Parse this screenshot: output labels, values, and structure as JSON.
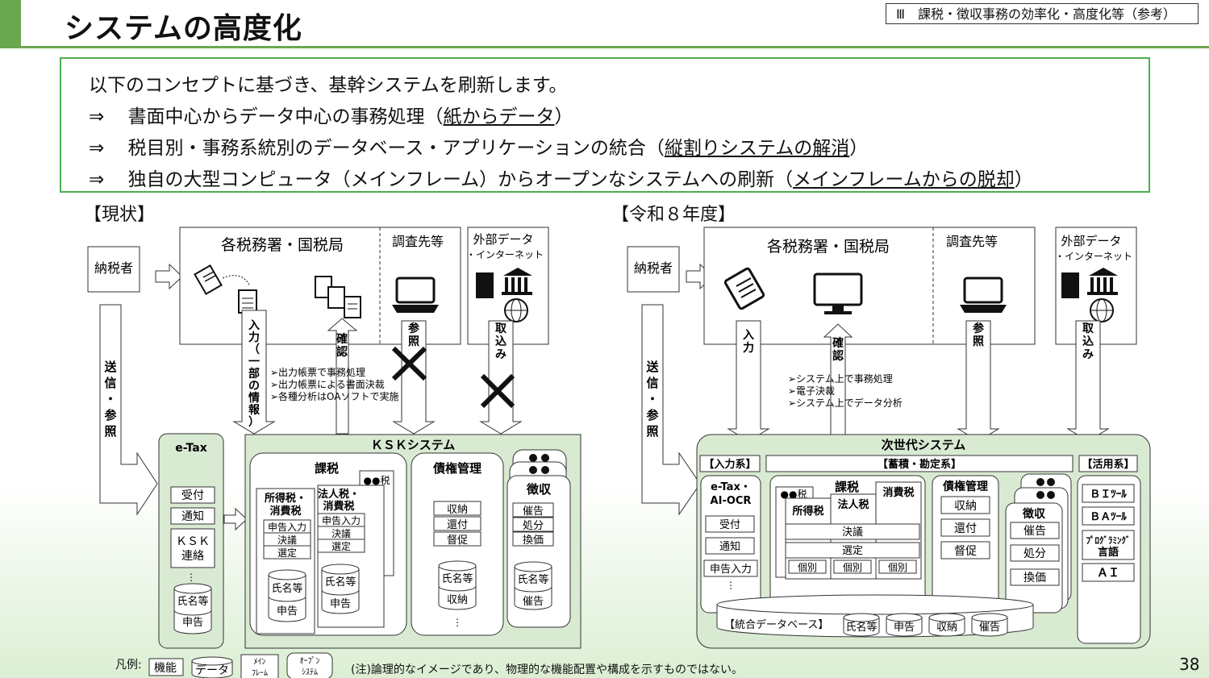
{
  "header": {
    "title": "システムの高度化",
    "section_label": "Ⅲ　課税・徴収事務の効率化・高度化等（参考）"
  },
  "concept": {
    "intro": "以下のコンセプトに基づき、基幹システムを刷新します。",
    "items": [
      {
        "arrow": "⇒",
        "text": "書面中心からデータ中心の事務処理（",
        "underlined": "紙からデータ",
        "close": "）"
      },
      {
        "arrow": "⇒",
        "text": "税目別・事務系統別のデータベース・アプリケーションの統合（",
        "underlined": "縦割りシステムの解消",
        "close": "）"
      },
      {
        "arrow": "⇒",
        "text": "独自の大型コンピュータ（メインフレーム）からオープンなシステムへの刷新（",
        "underlined": "メインフレームからの脱却",
        "close": "）"
      }
    ]
  },
  "current": {
    "heading": "【現状】",
    "taxpayer": "納税者",
    "offices": "各税務署・国税局",
    "investigation": "調査先等",
    "external_line1": "外部データ",
    "external_line2": "・インターネット",
    "send_ref": [
      "送",
      "信",
      "・",
      "参",
      "照"
    ],
    "input": [
      "入",
      "力",
      "（",
      "一",
      "部",
      "の",
      "情",
      "報",
      "）"
    ],
    "confirm": [
      "確",
      "認"
    ],
    "reference": [
      "参",
      "照"
    ],
    "import": [
      "取",
      "込",
      "み"
    ],
    "notes": [
      "➢出力帳票で事務処理",
      "➢出力帳票による書面決裁",
      "➢各種分析はOAソフトで実施"
    ],
    "etax": {
      "label": "e-Tax",
      "items": [
        "受付",
        "通知"
      ],
      "ksk_line1": "ＫＳＫ",
      "ksk_line2": "連絡",
      "db": [
        "氏名等",
        "申告"
      ]
    },
    "ksk": {
      "label": "ＫＳＫシステム",
      "kazei": "課税",
      "mf_tax": "●●税",
      "shotoku_line1": "所得税・",
      "shotoku_line2": "消費税",
      "hojin_line1": "法人税・",
      "hojin_line2": "消費税",
      "funcs": [
        "申告入力",
        "決議",
        "選定"
      ],
      "db": [
        "氏名等",
        "申告"
      ],
      "saiken": "債権管理",
      "saiken_funcs": [
        "収納",
        "還付",
        "督促"
      ],
      "saiken_db": [
        "氏名等",
        "収納"
      ],
      "choshu": "徴収",
      "choshu_funcs": [
        "催告",
        "処分",
        "換価"
      ],
      "choshu_db": [
        "氏名等",
        "催告"
      ]
    }
  },
  "future": {
    "heading": "【令和８年度】",
    "taxpayer": "納税者",
    "offices": "各税務署・国税局",
    "investigation": "調査先等",
    "external_line1": "外部データ",
    "external_line2": "・インターネット",
    "send_ref": [
      "送",
      "信",
      "・",
      "参",
      "照"
    ],
    "input": [
      "入",
      "力"
    ],
    "confirm": [
      "確",
      "認"
    ],
    "reference": [
      "参",
      "照"
    ],
    "import": [
      "取",
      "込",
      "み"
    ],
    "notes": [
      "➢システム上で事務処理",
      "➢電子決裁",
      "➢システム上でデータ分析"
    ],
    "system_label": "次世代システム",
    "input_sys": "【入力系】",
    "storage_sys": "【蓄積・勘定系】",
    "use_sys": "【活用系】",
    "etax_line1": "e-Tax・",
    "etax_line2": "AI-OCR",
    "input_funcs": [
      "受付",
      "通知",
      "申告入力"
    ],
    "kazei": "課税",
    "mf_tax": "●●税",
    "shotoku": "所得税",
    "hojin": "法人税",
    "shohi": "消費税",
    "kazei_funcs": [
      "決議",
      "選定"
    ],
    "kobetsu": "個別",
    "saiken": "債権管理",
    "saiken_funcs": [
      "収納",
      "還付",
      "督促"
    ],
    "choshu": "徴収",
    "choshu_funcs": [
      "催告",
      "処分",
      "換価"
    ],
    "use_funcs": [
      "ＢＩﾂｰﾙ",
      "ＢＡﾂｰﾙ",
      "ﾌﾟﾛｸﾞﾗﾐﾝｸﾞ",
      "言語",
      "ＡＩ"
    ],
    "integrated_db": "【統合データベース】",
    "db_items": [
      "氏名等",
      "申告",
      "収納",
      "催告"
    ]
  },
  "legend": {
    "label": "凡例:",
    "function": "機能",
    "data": "データ",
    "mainframe_line1": "ﾒｲﾝ",
    "mainframe_line2": "ﾌﾚｰﾑ",
    "open_line1": "ｵｰﾌﾟﾝ",
    "open_line2": "ｼｽﾃﾑ"
  },
  "note": "(注)論理的なイメージであり、物理的な機能配置や構成を示すものではない。",
  "page_number": "38",
  "colors": {
    "accent": "#6aa84f",
    "system_fill": "#d9ead3",
    "concept_border": "#4caf50"
  }
}
